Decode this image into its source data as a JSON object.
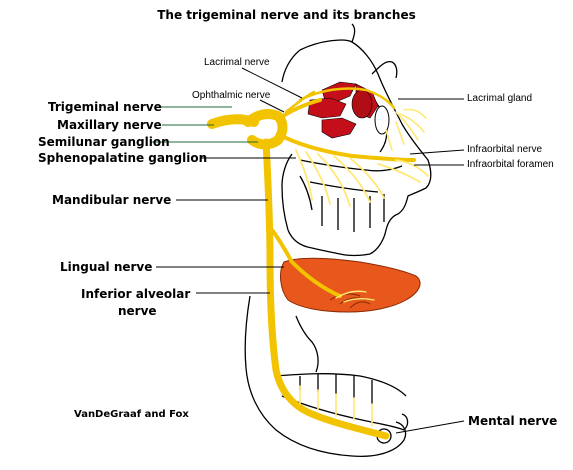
{
  "diagram": {
    "title": "The trigeminal nerve and its branches",
    "credit": "VanDeGraaf and Fox",
    "labels": {
      "trigeminal": "Trigeminal nerve",
      "maxillary": "Maxillary nerve",
      "semilunar": "Semilunar ganglion",
      "sphenopalatine": "Sphenopalatine ganglion",
      "mandibular": "Mandibular nerve",
      "lingual": "Lingual nerve",
      "inferior_alveolar_1": "Inferior alveolar",
      "inferior_alveolar_2": "nerve",
      "mental": "Mental nerve",
      "lacrimal_nerve": "Lacrimal nerve",
      "ophthalmic": "Ophthalmic nerve",
      "lacrimal_gland": "Lacrimal gland",
      "infraorbital_nerve": "Infraorbital nerve",
      "infraorbital_foramen": "Infraorbital foramen"
    },
    "colors": {
      "nerve": "#f2c300",
      "nerve_light": "#ffe873",
      "muscle": "#c40f1a",
      "tongue": "#e8581c",
      "bone_outline": "#000000",
      "leader_green": "#1f6b3a"
    }
  }
}
